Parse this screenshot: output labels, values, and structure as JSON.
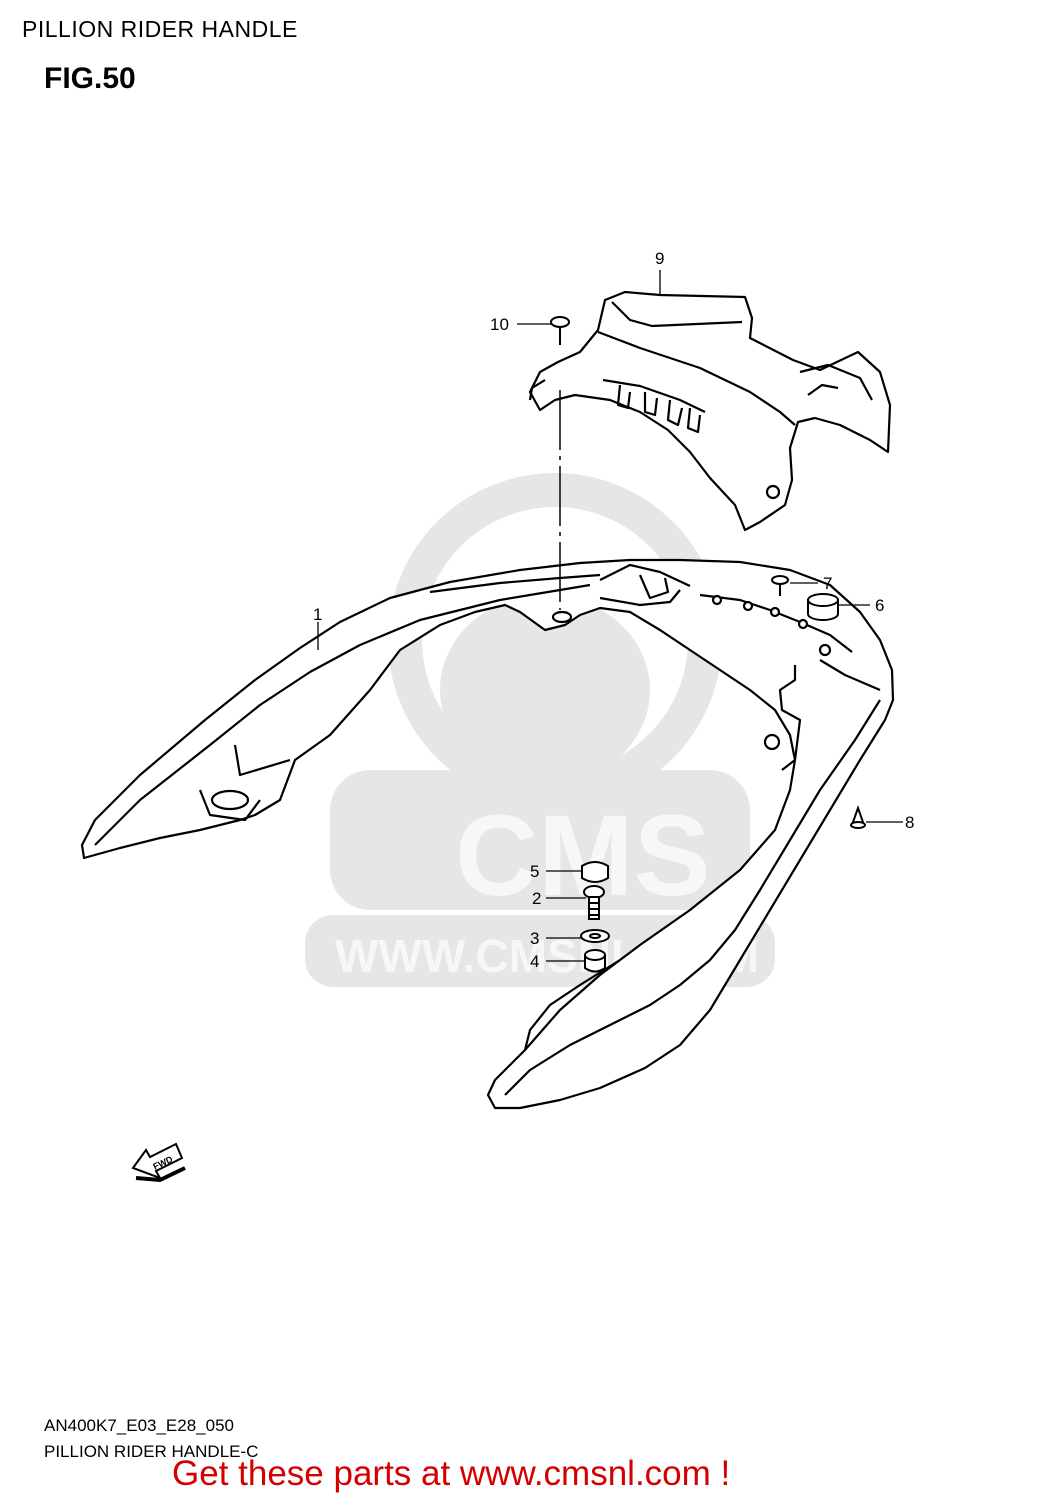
{
  "header": {
    "title": "PILLION RIDER HANDLE"
  },
  "figure": {
    "label": "FIG.50"
  },
  "callouts": [
    {
      "id": "1",
      "text": "1"
    },
    {
      "id": "2",
      "text": "2"
    },
    {
      "id": "3",
      "text": "3"
    },
    {
      "id": "4",
      "text": "4"
    },
    {
      "id": "5",
      "text": "5"
    },
    {
      "id": "6",
      "text": "6"
    },
    {
      "id": "7",
      "text": "7"
    },
    {
      "id": "8",
      "text": "8"
    },
    {
      "id": "9",
      "text": "9"
    },
    {
      "id": "10",
      "text": "10"
    }
  ],
  "fwd_arrow": {
    "text": "FWD"
  },
  "watermark": {
    "brand": "CMS",
    "url": "WWW.CMSNL.COM"
  },
  "footer": {
    "code": "AN400K7_E03_E28_050",
    "caption": "PILLION RIDER HANDLE-C",
    "cta": "Get these parts at www.cmsnl.com !",
    "cta_color": "#d40000"
  },
  "colors": {
    "line": "#000000",
    "watermark": "#e6e6e6"
  }
}
